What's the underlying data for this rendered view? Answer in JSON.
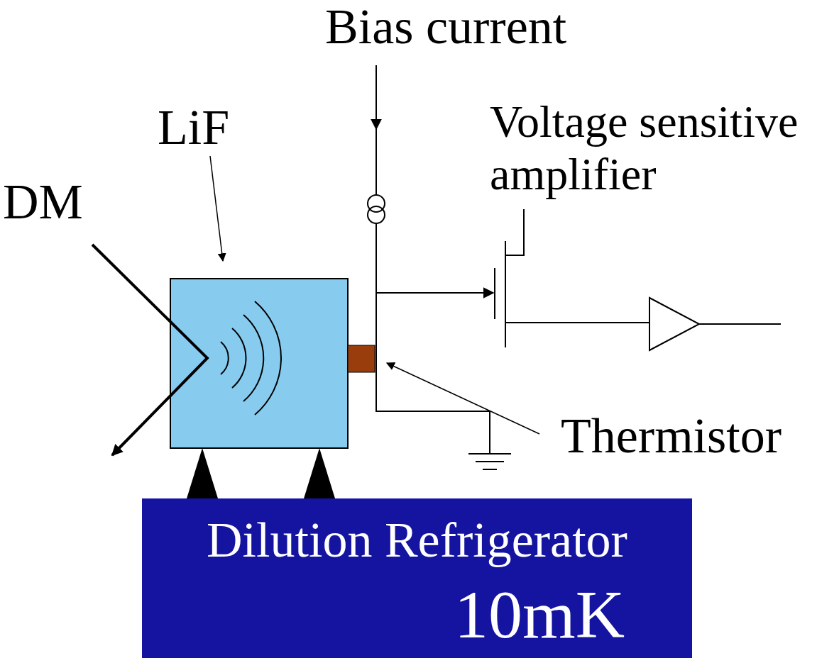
{
  "diagram": {
    "nodes": [
      {
        "text": [
          "Dilution Refrigerator",
          "10mK"
        ]
      }
    ],
    "labels": [
      "Bias current",
      "Voltage sensitive amplifier",
      "LiF",
      "DM",
      "Thermistor"
    ]
  }
}
